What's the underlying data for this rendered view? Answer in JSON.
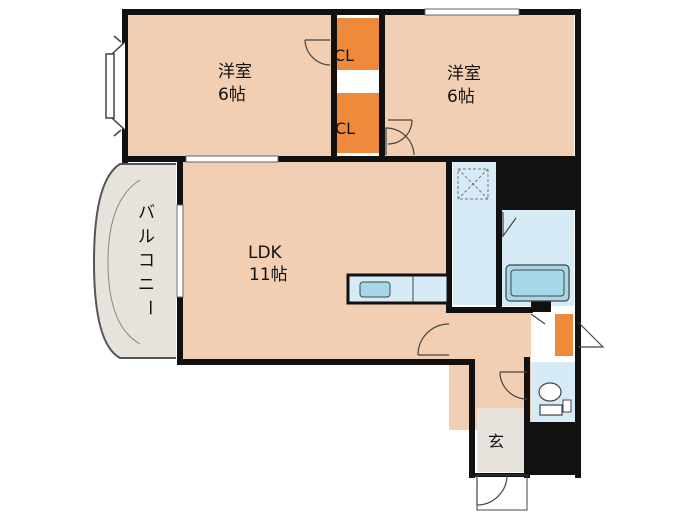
{
  "rooms": {
    "western_left": {
      "name": "洋室",
      "size": "6帖"
    },
    "western_right": {
      "name": "洋室",
      "size": "6帖"
    },
    "closet_top": "CL",
    "closet_bottom": "CL",
    "ldk": {
      "name": "LDK",
      "size": "11帖"
    },
    "balcony": [
      "バ",
      "ル",
      "コ",
      "ニ",
      "ー"
    ],
    "entrance": "玄"
  },
  "colors": {
    "room_fill": "#f2cfb2",
    "closet_fill": "#ef8a3c",
    "wet_fill": "#d7ebf7",
    "fixture_fill": "#a6d8ea",
    "balcony_fill": "#e8e2dc",
    "wall": "#111111"
  }
}
